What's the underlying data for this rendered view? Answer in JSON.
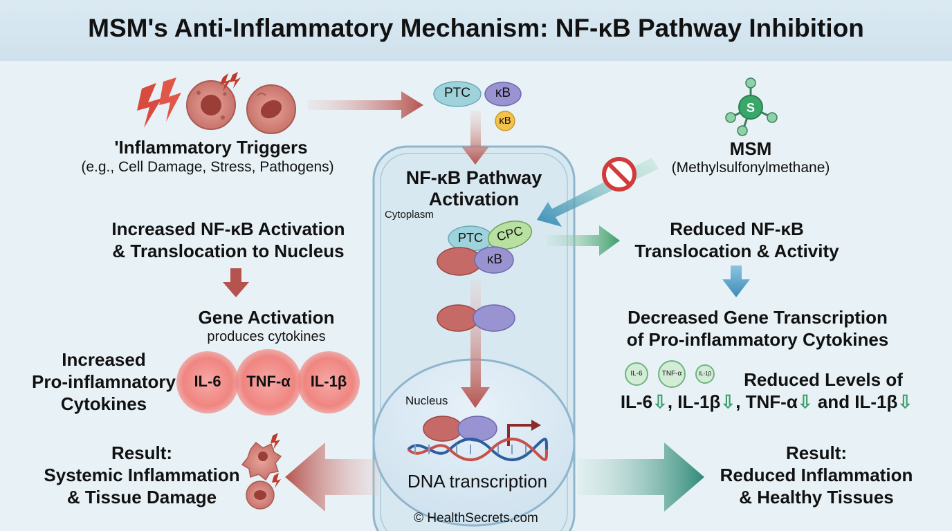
{
  "title": "MSM's Anti-Inflammatory Mechanism: NF-κB Pathway Inhibition",
  "left": {
    "triggers_title": "'Inflammatory Triggers",
    "triggers_sub": "(e.g., Cell Damage, Stress, Pathogens)",
    "increased_activation_line1": "Increased NF-κB Activation",
    "increased_activation_line2": "& Translocation to Nucleus",
    "gene_activation": "Gene Activation",
    "gene_activation_sub": "produces cytokines",
    "increased_cytokines_line1": "Increased",
    "increased_cytokines_line2": "Pro-inflamnatory",
    "increased_cytokines_line3": "Cytokines",
    "cytokines": [
      "IL-6",
      "TNF-α",
      "IL-1β"
    ],
    "result_line1": "Result:",
    "result_line2": "Systemic Inflammation",
    "result_line3": "& Tissue Damage"
  },
  "center": {
    "top_complex": [
      "PTC",
      "κB",
      "κB"
    ],
    "pathway_line1": "NF-κB Pathway",
    "pathway_line2": "Activation",
    "cytoplasm": "Cytoplasm",
    "complex": [
      "PTC",
      "CPC",
      "κB"
    ],
    "nucleus": "Nucleus",
    "dna": "DNA transcription"
  },
  "right": {
    "msm_atom": "S",
    "msm_title": "MSM",
    "msm_sub": "(Methylsulfonylmethane)",
    "reduced_line1": "Reduced NF-κB",
    "reduced_line2": "Translocation & Activity",
    "decreased_line1": "Decreased Gene Transcription",
    "decreased_line2": "of Pro-inflammatory Cytokines",
    "small_cytokines": [
      "IL-6",
      "TNF-α",
      "IL-1β"
    ],
    "levels_line1": "Reduced Levels of",
    "levels_items": [
      "IL-6",
      ", IL-1β",
      ", TNF-α",
      " and IL-1β"
    ],
    "result_line1": "Result:",
    "result_line2": "Reduced Inflammation",
    "result_line3": "& Healthy Tissues"
  },
  "footer": "© HealthSecrets.com",
  "colors": {
    "red": "#b5544f",
    "green": "#3f9e6a",
    "blue": "#3a8db8",
    "purple": "#8a84c4",
    "teal": "#9fcfd8"
  }
}
